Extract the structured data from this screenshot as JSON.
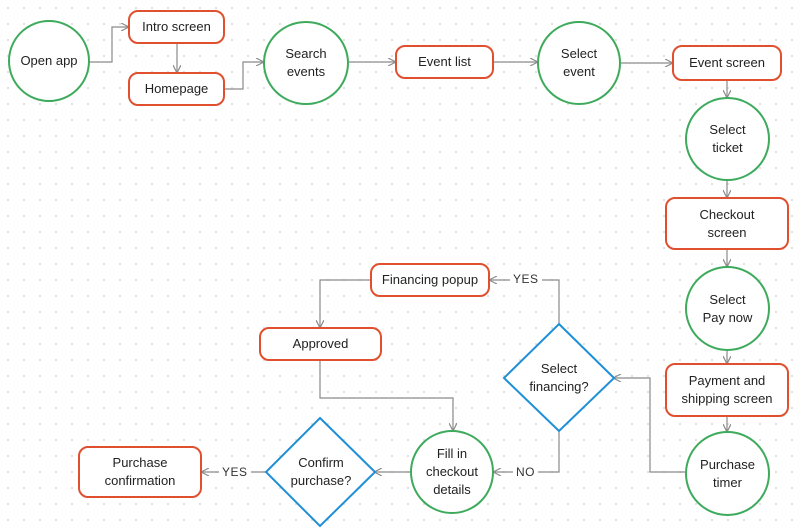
{
  "nodes": {
    "open_app": "Open app",
    "intro_screen": "Intro screen",
    "homepage": "Homepage",
    "search_events": "Search\nevents",
    "event_list": "Event list",
    "select_event": "Select\nevent",
    "event_screen": "Event screen",
    "select_ticket": "Select\nticket",
    "checkout_screen": "Checkout\nscreen",
    "select_pay_now": "Select\nPay now",
    "payment_shipping": "Payment and\nshipping screen",
    "purchase_timer": "Purchase\ntimer",
    "select_financing": "Select\nfinancing?",
    "financing_popup": "Financing popup",
    "approved": "Approved",
    "fill_checkout": "Fill in\ncheckout\ndetails",
    "confirm_purchase": "Confirm\npurchase?",
    "purchase_confirmation": "Purchase\nconfirmation"
  },
  "edge_labels": {
    "financing_yes": "YES",
    "financing_no": "NO",
    "confirm_yes": "YES"
  },
  "colors": {
    "process_circle": "#3daa5c",
    "screen_rect": "#e0502f",
    "decision_diamond": "#1f8fd6",
    "connector": "#8a8a8a"
  }
}
